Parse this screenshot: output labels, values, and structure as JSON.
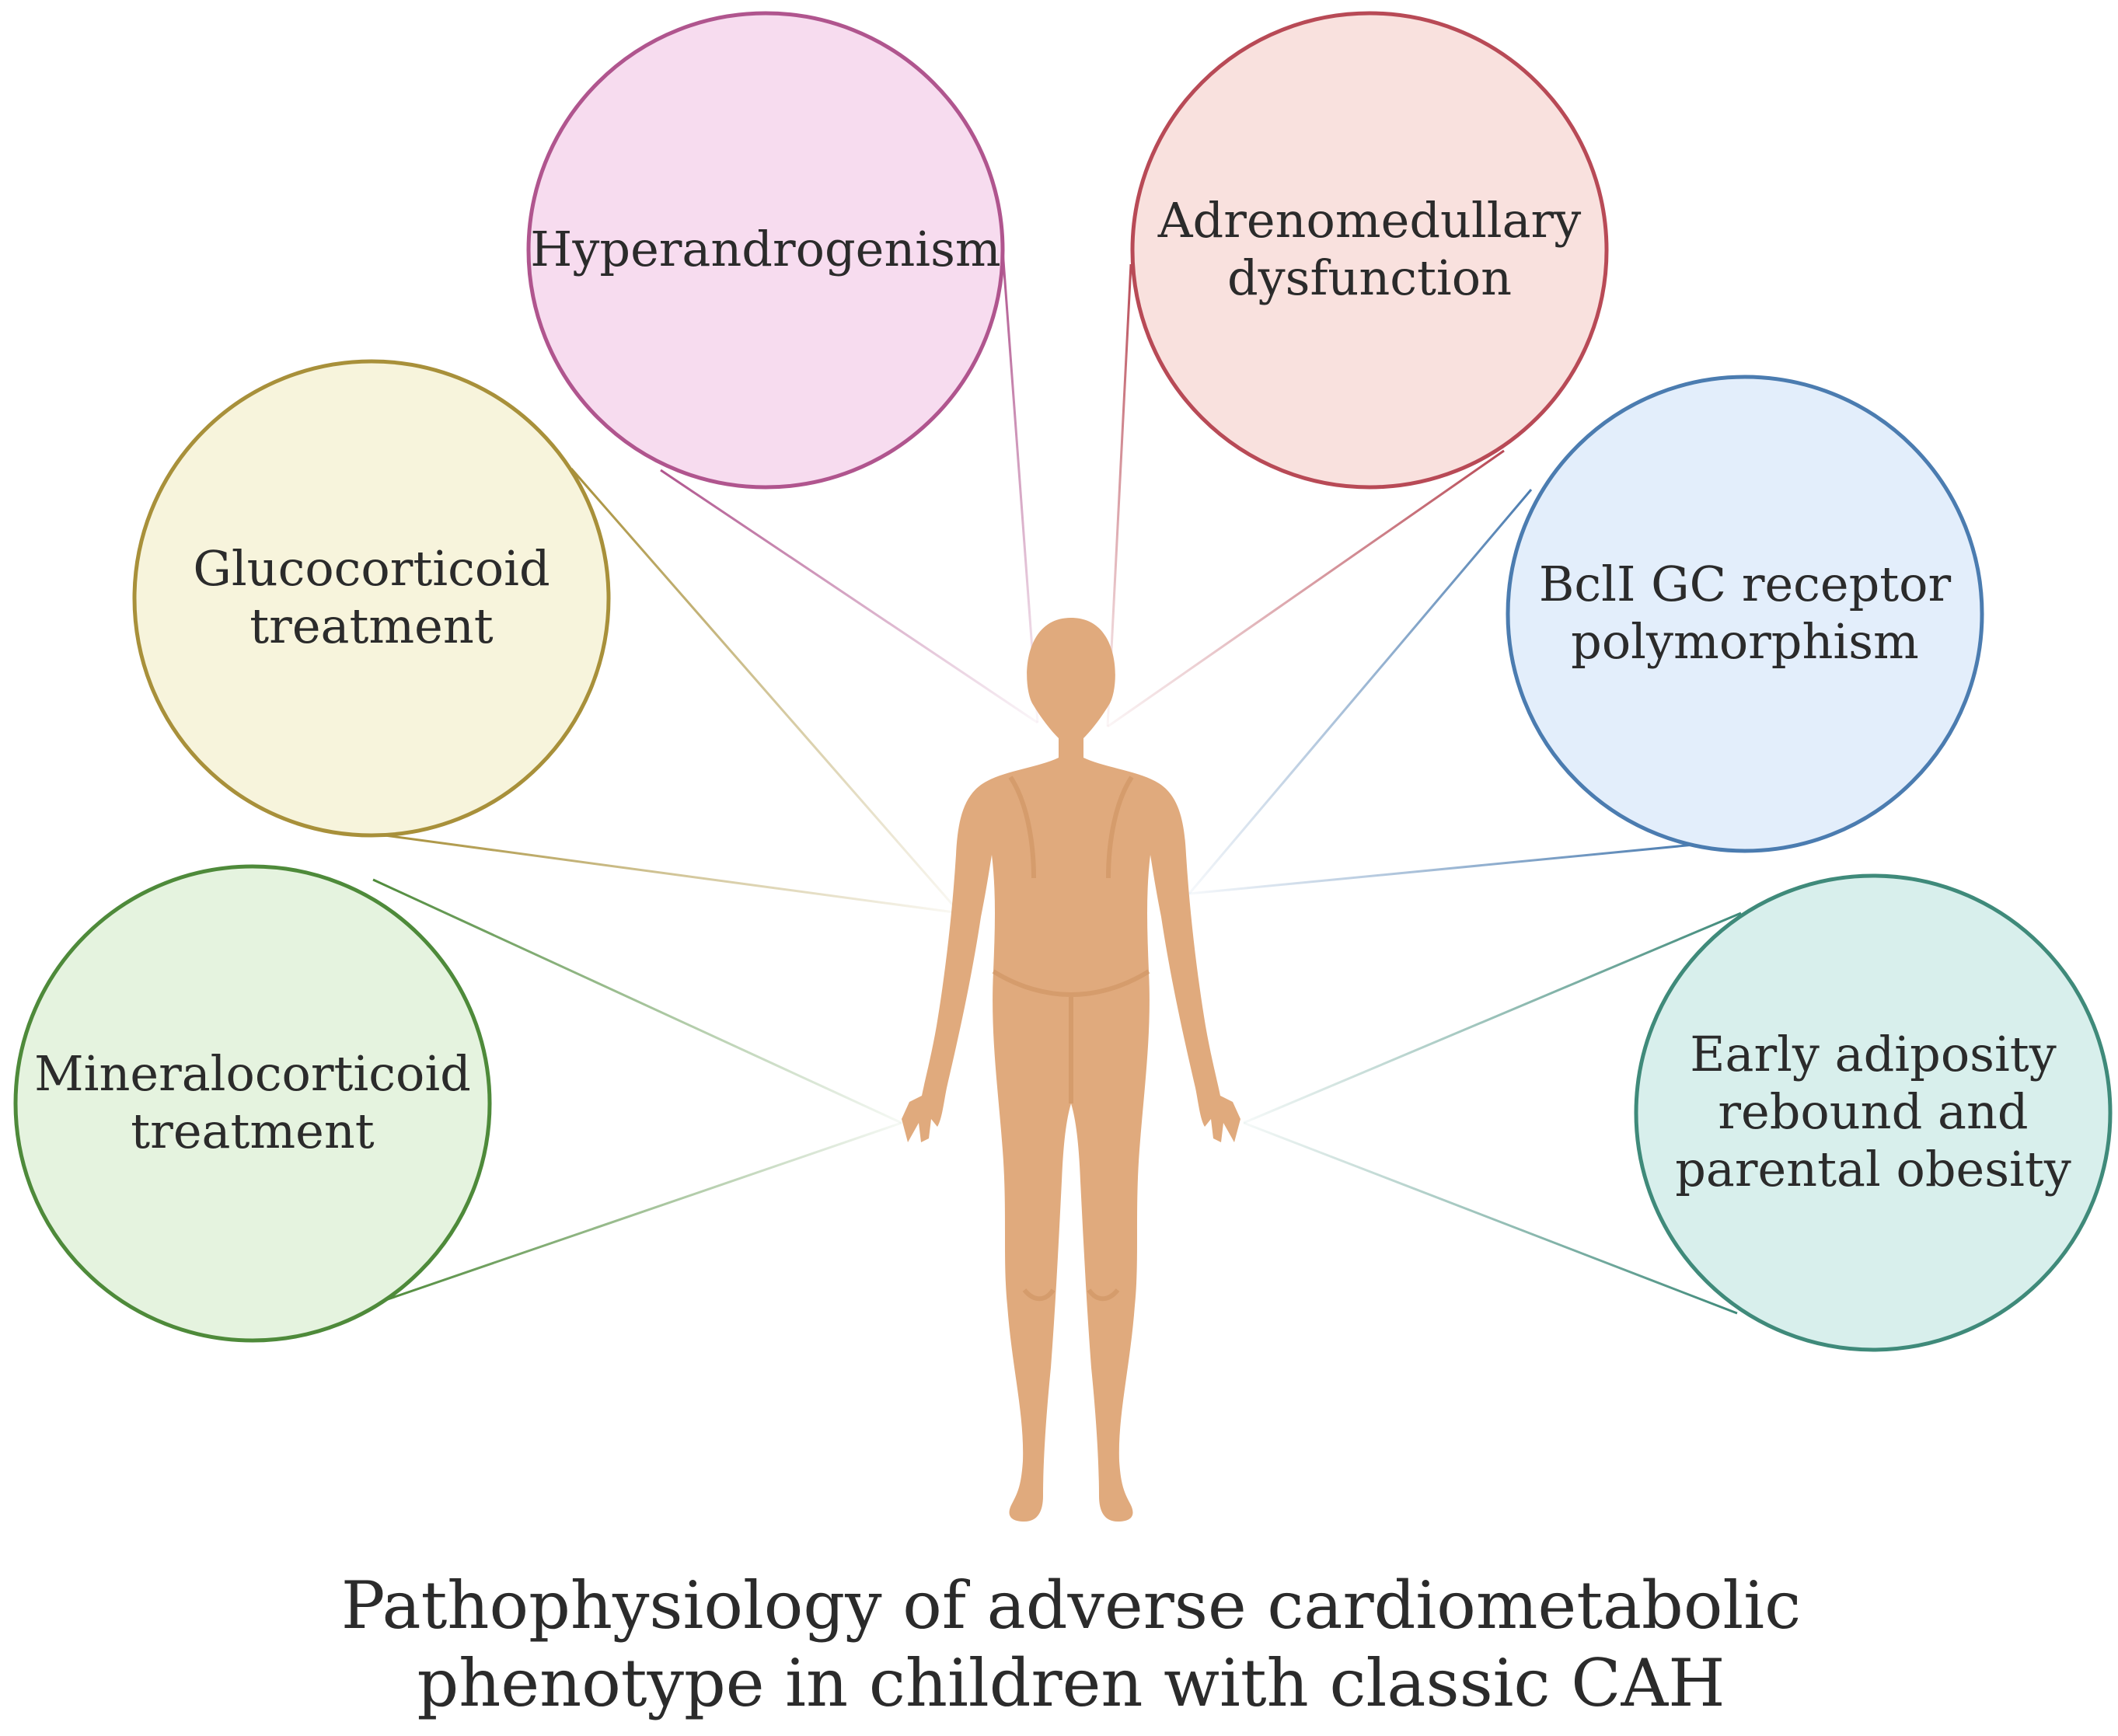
{
  "diagram": {
    "factors": [
      {
        "id": "hyperandrogenism",
        "lines": [
          "Hyperandrogenism"
        ],
        "stroke": "#b0558e",
        "fill": "#f7dcef"
      },
      {
        "id": "adrenomedullary",
        "lines": [
          "Adrenomedullary",
          "dysfunction"
        ],
        "stroke": "#b84a56",
        "fill": "#f9e1de"
      },
      {
        "id": "glucocorticoid",
        "lines": [
          "Glucocorticoid",
          "treatment"
        ],
        "stroke": "#a8903a",
        "fill": "#f7f4dc"
      },
      {
        "id": "bcli",
        "lines": [
          "BclI GC receptor",
          "polymorphism"
        ],
        "stroke": "#4b7cb0",
        "fill": "#e3eefb"
      },
      {
        "id": "mineralocorticoid",
        "lines": [
          "Mineralocorticoid",
          "treatment"
        ],
        "stroke": "#4e8a3a",
        "fill": "#e5f3df"
      },
      {
        "id": "adiposity",
        "lines": [
          "Early adiposity",
          "rebound and",
          "parental obesity"
        ],
        "stroke": "#3f8a7a",
        "fill": "#d8efec"
      }
    ],
    "body_color": "#e0aa7d",
    "body_shade": "#cc8f5f",
    "caption": [
      "Pathophysiology of adverse cardiometabolic",
      "phenotype in children with classic CAH"
    ]
  }
}
